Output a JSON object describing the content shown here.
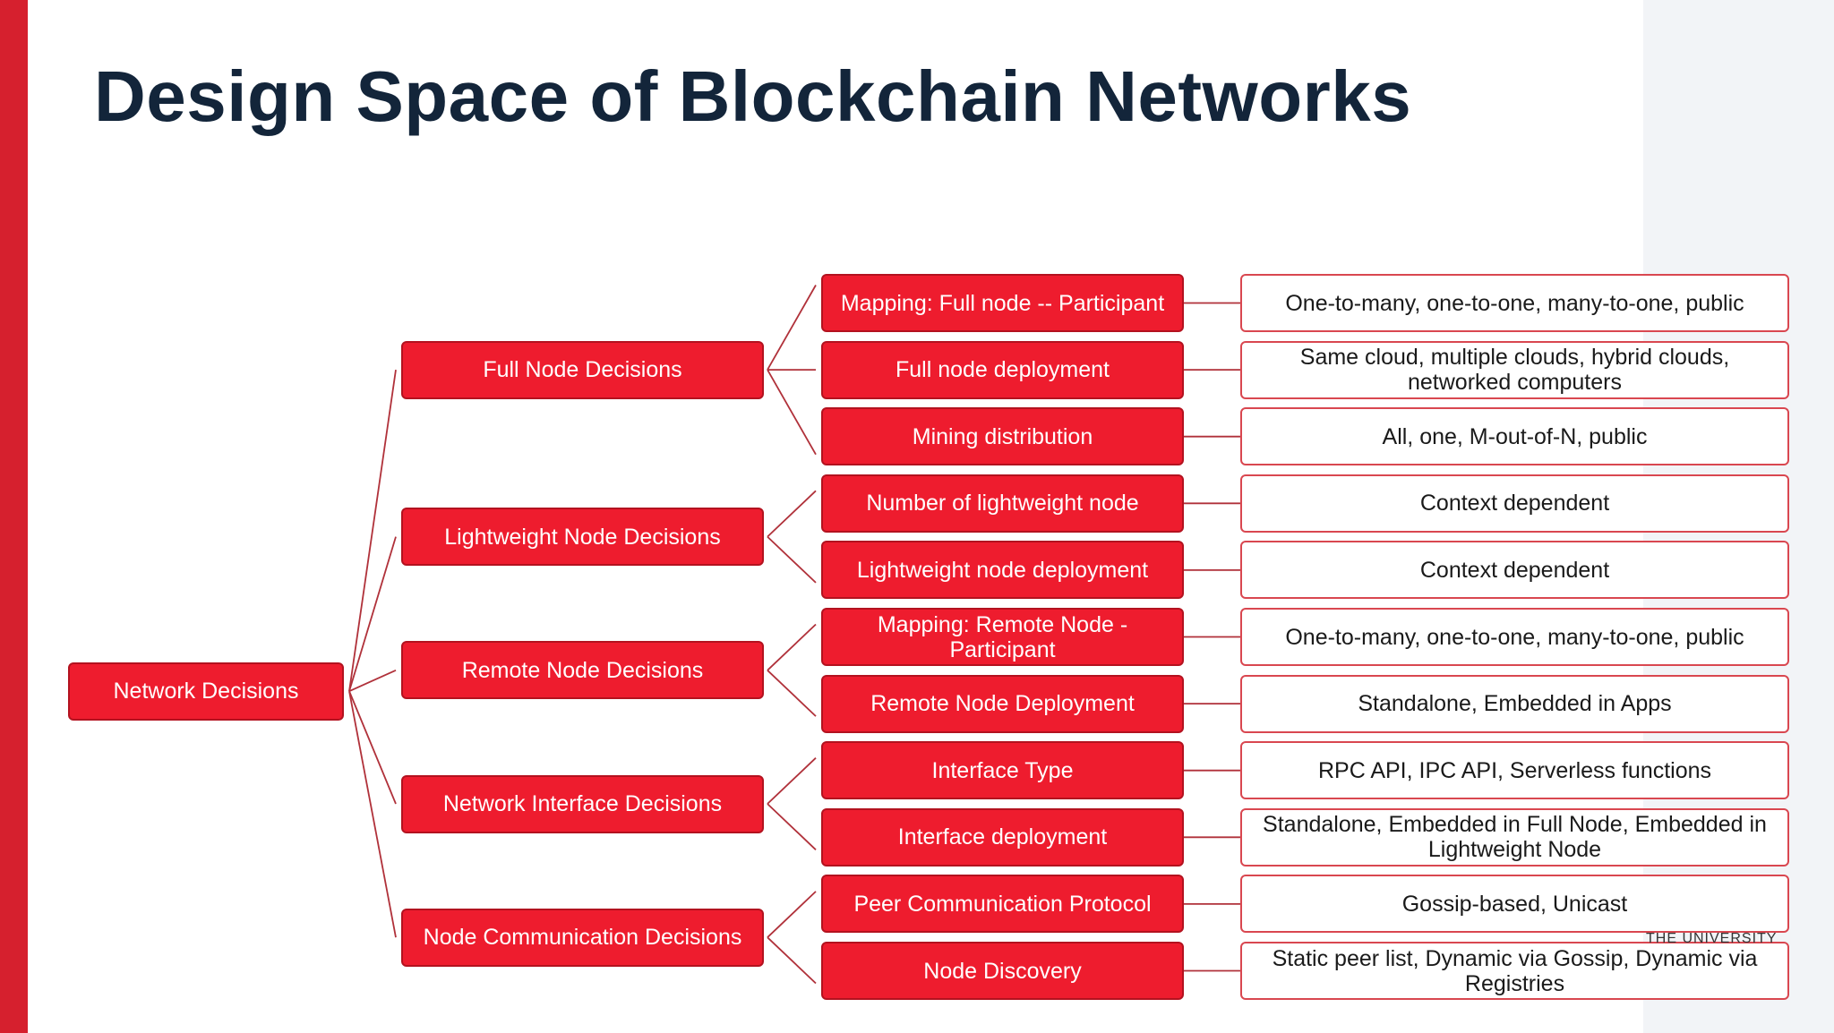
{
  "slide": {
    "title": "Design Space of Blockchain Networks",
    "watermark": "THE UNIVERSITY"
  },
  "colors": {
    "accent": "#d6202e",
    "box_fill": "#ee1c2e",
    "line": "#b0313a",
    "outline": "#d94750",
    "title": "#13253a"
  },
  "tree": {
    "root": "Network Decisions",
    "categories": [
      {
        "label": "Full Node Decisions",
        "options": [
          {
            "label": "Mapping: Full node -- Participant",
            "values": "One-to-many, one-to-one, many-to-one, public"
          },
          {
            "label": "Full node deployment",
            "values": "Same cloud, multiple clouds, hybrid clouds, networked computers"
          },
          {
            "label": "Mining distribution",
            "values": "All, one, M-out-of-N, public"
          }
        ]
      },
      {
        "label": "Lightweight Node Decisions",
        "options": [
          {
            "label": "Number of lightweight node",
            "values": "Context dependent"
          },
          {
            "label": "Lightweight node deployment",
            "values": "Context dependent"
          }
        ]
      },
      {
        "label": "Remote Node Decisions",
        "options": [
          {
            "label": "Mapping: Remote Node - Participant",
            "values": "One-to-many, one-to-one, many-to-one, public"
          },
          {
            "label": "Remote Node Deployment",
            "values": "Standalone, Embedded in Apps"
          }
        ]
      },
      {
        "label": "Network Interface Decisions",
        "options": [
          {
            "label": "Interface Type",
            "values": "RPC API, IPC API, Serverless functions"
          },
          {
            "label": "Interface deployment",
            "values": "Standalone, Embedded in Full Node, Embedded in Lightweight Node"
          }
        ]
      },
      {
        "label": "Node Communication Decisions",
        "options": [
          {
            "label": "Peer Communication Protocol",
            "values": "Gossip-based, Unicast"
          },
          {
            "label": "Node Discovery",
            "values": "Static peer list, Dynamic via Gossip, Dynamic via Registries"
          }
        ]
      }
    ]
  }
}
